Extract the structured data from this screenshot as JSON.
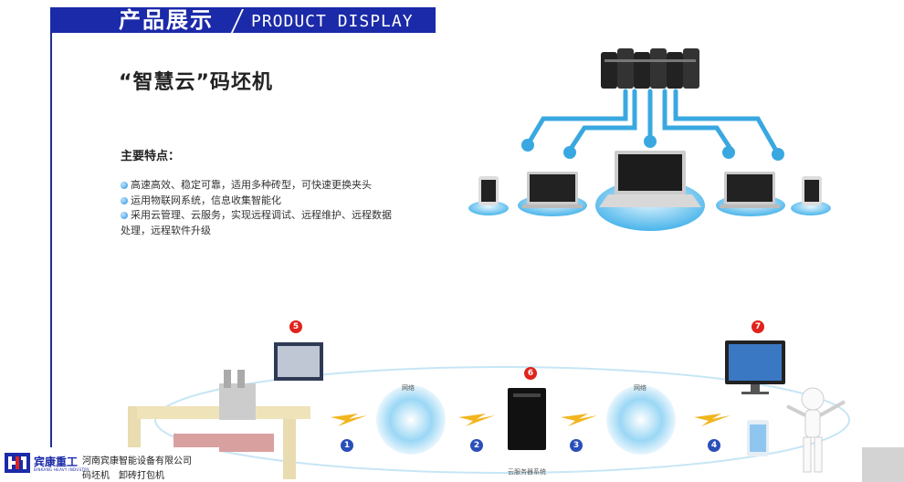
{
  "header": {
    "cn": "产品展示",
    "en": "PRODUCT DISPLAY"
  },
  "title": "“智慧云”码坯机",
  "features": {
    "heading": "主要特点：",
    "items": [
      "高速高效、稳定可靠，适用多种砖型，可快速更换夹头",
      "运用物联网系统，信息收集智能化",
      "采用云管理、云服务，实现远程调试、远程维护、远程数据",
      "处理，远程软件升级"
    ]
  },
  "diagram": {
    "network_label_1": "网络",
    "network_label_2": "网络",
    "server_label": "云服务器系统",
    "step_numbers_red": [
      "5",
      "6",
      "7"
    ],
    "step_numbers_blue": [
      "1",
      "2",
      "3",
      "4"
    ]
  },
  "footer": {
    "logo_text": "宾康重工",
    "logo_sub": "BINKANG HEAVY INDUSTRY",
    "company": "河南宾康智能设备有限公司",
    "products": "码坯机　卸砖打包机"
  },
  "colors": {
    "brand_blue": "#1b2aa8",
    "accent_cyan": "#3aa8e0",
    "badge_red": "#e0231c"
  }
}
